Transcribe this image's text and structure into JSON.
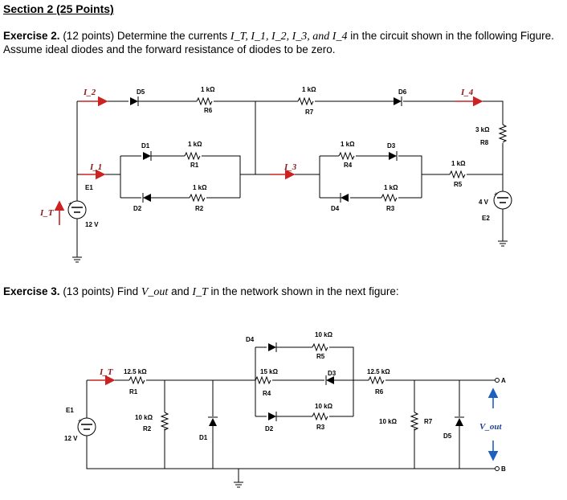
{
  "section_title": "Section 2 (25 Points)",
  "exercise2": {
    "label": "Exercise 2.",
    "text_before": " (12 points) Determine the currents ",
    "math": "I_T, I_1, I_2, I_3, and I_4",
    "text_after": " in the circuit shown in the following Figure. Assume ideal diodes and the forward resistance of diodes to be zero."
  },
  "exercise3": {
    "label": "Exercise 3.",
    "text_before": " (13 points) Find ",
    "math1": "V_out",
    "text_mid": "  and ",
    "math2": "I_T",
    "text_after": " in the network shown in the next figure:"
  },
  "circuit1": {
    "currents": {
      "IT": "I_T",
      "I1": "I_1",
      "I2": "I_2",
      "I3": "I_3",
      "I4": "I_4"
    },
    "diodes": {
      "d5": "D5",
      "d1": "D1",
      "d2": "D2",
      "d6": "D6",
      "d3": "D3",
      "d4": "D4"
    },
    "resistors": {
      "r6": {
        "value": "1 kΩ",
        "name": "R6"
      },
      "r7": {
        "value": "1 kΩ",
        "name": "R7"
      },
      "r1": {
        "value": "1 kΩ",
        "name": "R1"
      },
      "r2": {
        "value": "1 kΩ",
        "name": "R2"
      },
      "r4": {
        "value": "1 kΩ",
        "name": "R4"
      },
      "r3": {
        "value": "1 kΩ",
        "name": "R3"
      },
      "r5": {
        "value": "1 kΩ",
        "name": "R5"
      },
      "r8": {
        "value": "3 kΩ",
        "name": "R8"
      }
    },
    "sources": {
      "e1": {
        "name": "E1",
        "value": "12 V"
      },
      "e2": {
        "name": "E2",
        "value": "4 V"
      }
    }
  },
  "circuit2": {
    "current": "I_T",
    "source": {
      "name": "E1",
      "value": "12 V"
    },
    "resistors": {
      "r1": {
        "value": "12.5 kΩ",
        "name": "R1"
      },
      "r2": {
        "value": "10 kΩ",
        "name": "R2"
      },
      "r5": {
        "value": "10 kΩ",
        "name": "R5"
      },
      "r4": {
        "value": "15 kΩ",
        "name": "R4"
      },
      "r3": {
        "value": "10 kΩ",
        "name": "R3"
      },
      "r6": {
        "value": "12.5 kΩ",
        "name": "R6"
      },
      "r7": {
        "value": "10 kΩ",
        "name": "R7"
      }
    },
    "diodes": {
      "d1": "D1",
      "d4": "D4",
      "d3": "D3",
      "d2": "D2",
      "d5": "D5"
    },
    "terminals": {
      "a": "A",
      "b": "B"
    },
    "vout": "V_out"
  },
  "colors": {
    "current_arrow": "#cc2222",
    "vout_arrow": "#1f5fbf",
    "wire": "#000000"
  }
}
